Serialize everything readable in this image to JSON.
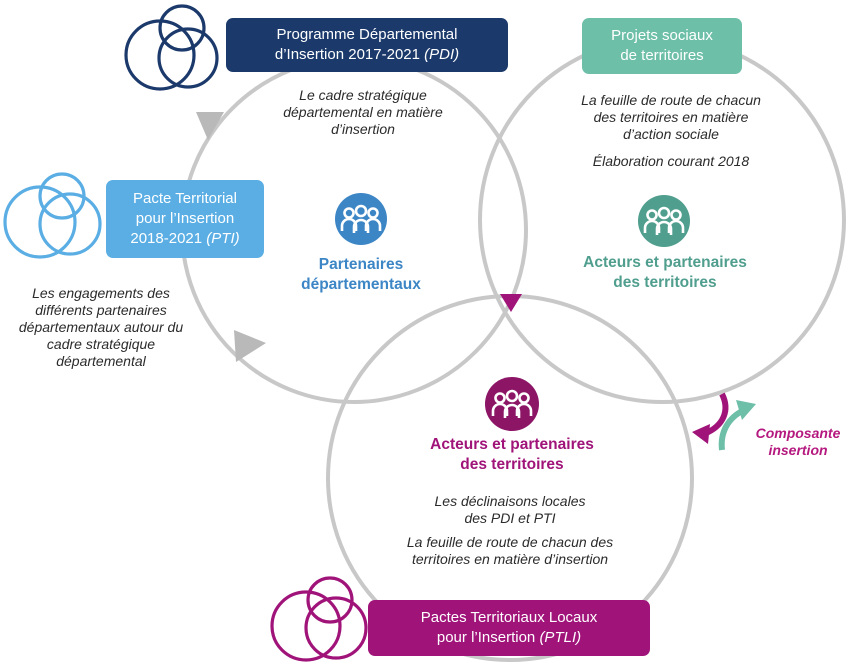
{
  "boxes": {
    "pdi": {
      "line1": "Programme Départemental",
      "line2": "d’Insertion 2017-2021 ",
      "abbr": "(PDI)"
    },
    "pst": {
      "line1": "Projets sociaux",
      "line2": "de territoires"
    },
    "pti": {
      "line1": "Pacte Territorial",
      "line2": "pour l’Insertion",
      "line3": "2018-2021 ",
      "abbr": "(PTI)"
    },
    "ptli": {
      "line1": "Pactes Territoriaux Locaux",
      "line2": "pour l’Insertion ",
      "abbr": "(PTLI)"
    }
  },
  "descriptions": {
    "pdi": [
      "Le cadre stratégique",
      "départemental en matière",
      "d’insertion"
    ],
    "pst": [
      "La feuille de route de chacun",
      "des territoires en matière",
      "d’action sociale"
    ],
    "pst_date": "Élaboration courant 2018",
    "pti": [
      "Les engagements des",
      "différents partenaires",
      "départementaux autour du",
      "cadre stratégique",
      "départemental"
    ],
    "ptli_1": [
      "Les déclinaisons locales",
      "des PDI et PTI"
    ],
    "ptli_2": [
      "La feuille de route de chacun des",
      "territoires en matière d’insertion"
    ]
  },
  "circle_labels": {
    "blue": [
      "Partenaires",
      "départementaux"
    ],
    "green": [
      "Acteurs et partenaires",
      "des territoires"
    ],
    "purple": [
      "Acteurs et partenaires",
      "des territoires"
    ]
  },
  "composante": [
    "Composante",
    "insertion"
  ],
  "colors": {
    "navy": "#1b3a6b",
    "teal": "#6dbfa8",
    "sky": "#5aaee4",
    "magenta": "#a0147a",
    "blue_icon": "#3d86c6",
    "green_icon": "#4f9e8e",
    "purple_icon": "#8c1566",
    "ring_grey": "#c8c8c8"
  },
  "icons": [
    "people-group-icon-blue",
    "people-group-icon-green",
    "people-group-icon-purple",
    "venn-logo-icon",
    "cycle-arrows-icon"
  ]
}
